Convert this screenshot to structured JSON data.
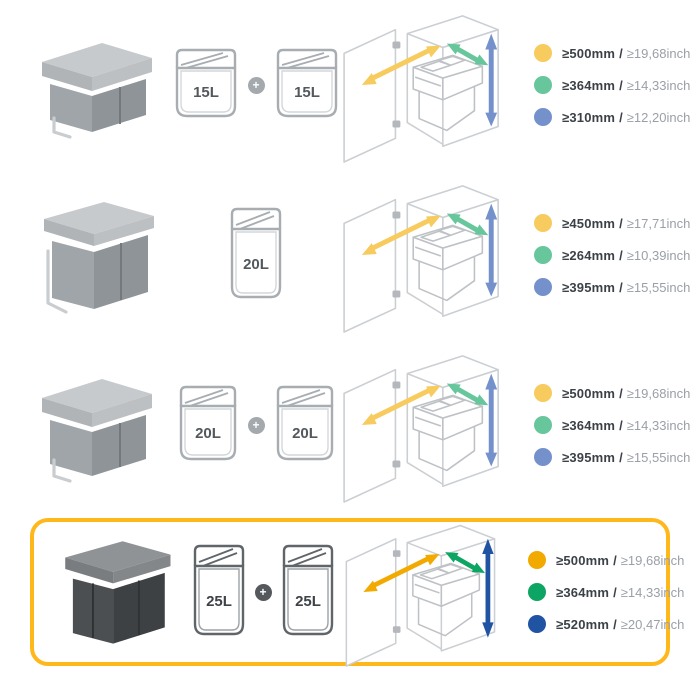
{
  "page": {
    "description": "Pull-out waste bin models with required cabinet dimensions",
    "highlight_border_color": "#FFB81C",
    "separator": "/",
    "plus_label": "+"
  },
  "rows": [
    {
      "name": "double 15L low bin",
      "product": {
        "description": "grey pull-out double waste bin, low",
        "color": "grey"
      },
      "bins": [
        "15L",
        "15L"
      ],
      "specs": [
        {
          "dot_color": "#F7CB5D",
          "mm": "≥500mm",
          "inch": "≥19,68inch"
        },
        {
          "dot_color": "#67C69B",
          "mm": "≥364mm",
          "inch": "≥14,33inch"
        },
        {
          "dot_color": "#7591CC",
          "mm": "≥310mm",
          "inch": "≥12,20inch"
        }
      ]
    },
    {
      "name": "single 20L tall bin",
      "product": {
        "description": "grey pull-out waste bin, tall",
        "color": "grey"
      },
      "bins": [
        "20L"
      ],
      "specs": [
        {
          "dot_color": "#F7CB5D",
          "mm": "≥450mm",
          "inch": "≥17,71inch"
        },
        {
          "dot_color": "#67C69B",
          "mm": "≥264mm",
          "inch": "≥10,39inch"
        },
        {
          "dot_color": "#7591CC",
          "mm": "≥395mm",
          "inch": "≥15,55inch"
        }
      ]
    },
    {
      "name": "double 20L bin",
      "product": {
        "description": "grey pull-out double waste bin, medium",
        "color": "grey"
      },
      "bins": [
        "20L",
        "20L"
      ],
      "specs": [
        {
          "dot_color": "#F7CB5D",
          "mm": "≥500mm",
          "inch": "≥19,68inch"
        },
        {
          "dot_color": "#67C69B",
          "mm": "≥364mm",
          "inch": "≥14,33inch"
        },
        {
          "dot_color": "#7591CC",
          "mm": "≥395mm",
          "inch": "≥15,55inch"
        }
      ]
    },
    {
      "name": "double 25L tall bin (highlighted)",
      "highlighted": true,
      "product": {
        "description": "anthracite pull-out double waste bin, tall",
        "color": "dark grey"
      },
      "bins": [
        "25L",
        "25L"
      ],
      "specs": [
        {
          "dot_color": "#F2A900",
          "mm": "≥500mm",
          "inch": "≥19,68inch"
        },
        {
          "dot_color": "#0CA564",
          "mm": "≥364mm",
          "inch": "≥14,33inch"
        },
        {
          "dot_color": "#2153A3",
          "mm": "≥520mm",
          "inch": "≥20,47inch"
        }
      ]
    }
  ]
}
